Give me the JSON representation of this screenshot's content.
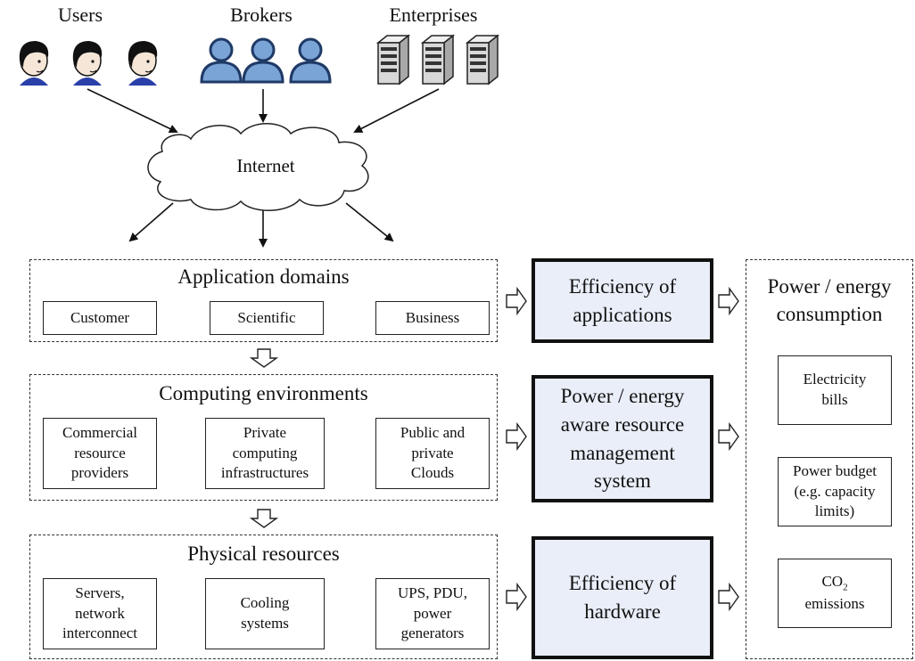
{
  "actors": {
    "users_label": "Users",
    "brokers_label": "Brokers",
    "enterprises_label": "Enterprises"
  },
  "internet_label": "Internet",
  "layers": {
    "application": {
      "title": "Application domains",
      "items": [
        "Customer",
        "Scientific",
        "Business"
      ]
    },
    "computing": {
      "title": "Computing environments",
      "items": [
        "Commercial\nresource\nproviders",
        "Private\ncomputing\ninfrastructures",
        "Public and\nprivate\nClouds"
      ]
    },
    "physical": {
      "title": "Physical resources",
      "items": [
        "Servers,\nnetwork\ninterconnect",
        "Cooling\nsystems",
        "UPS, PDU,\npower\ngenerators"
      ]
    }
  },
  "efficiency": {
    "applications": "Efficiency of\napplications",
    "management": "Power / energy\naware resource\nmanagement\nsystem",
    "hardware": "Efficiency of\nhardware"
  },
  "consumption": {
    "title": "Power / energy\nconsumption",
    "electricity": "Electricity\nbills",
    "budget": "Power budget\n(e.g. capacity\nlimits)",
    "co2_main": "CO",
    "co2_sub": "2",
    "co2_rest": "emissions"
  },
  "colors": {
    "highlight_fill": "#e9eef8",
    "user_face": "#f6e6d8",
    "user_hair": "#111111",
    "user_shirt": "#2a3fa8",
    "broker_blue": "#7aa3d6",
    "broker_outline": "#1f3a66",
    "server_gray": "#d8d8d8"
  },
  "icons": {
    "user": "person-head-icon",
    "broker": "broker-person-icon",
    "enterprise": "server-tower-icon",
    "cloud": "cloud-icon",
    "arrow": "hollow-arrow-icon"
  }
}
